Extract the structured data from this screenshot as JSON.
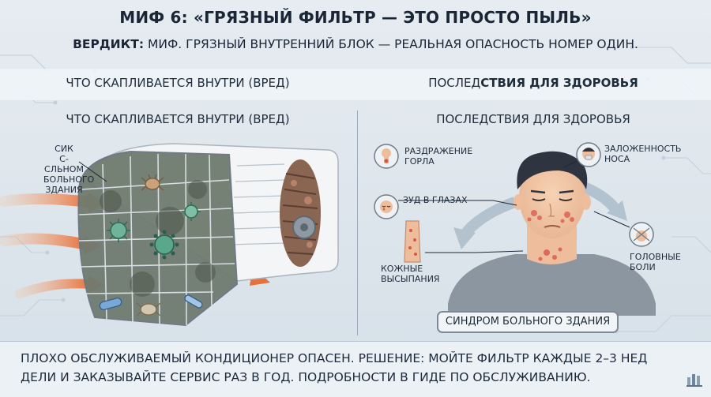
{
  "title": "МИФ 6: «ГРЯЗНЫЙ ФИЛЬТР — ЭТО ПРОСТО ПЫЛЬ»",
  "verdict": {
    "label": "ВЕРДИКТ:",
    "text": "МИФ. ГРЯЗНЫЙ ВНУТРЕННИЙ БЛОК — РЕАЛЬНАЯ ОПАСНОСТЬ НОМЕР ОДИН."
  },
  "band": {
    "left": "ЧТО СКАПЛИВАЕТСЯ ВНУТРИ (ВРЕД)",
    "right_normal": "ПОСЛЕД",
    "right_bold": "СТВИЯ ДЛЯ ЗДОРОВЬЯ"
  },
  "subheadings": {
    "left": "ЧТО СКАПЛИВАЕТСЯ ВНУТРИ (ВРЕД)",
    "right": "ПОСЛЕДСТВИЯ ДЛЯ ЗДОРОВЬЯ"
  },
  "left_panel": {
    "label_lines": [
      "СИК",
      "С-СЛЬНОМ",
      "БОЛЬНОГО",
      "ЗДАНИЯ"
    ]
  },
  "symptoms": {
    "throat": [
      "РАЗДРАЖЕНИЕ",
      "ГОРЛА"
    ],
    "eyes": [
      "ЗУД В ГЛАЗАХ"
    ],
    "skin": [
      "КОЖНЫЕ",
      "ВЫСЫПАНИЯ"
    ],
    "nose": [
      "ЗАЛОЖЕННОСТЬ",
      "НОСА"
    ],
    "head": [
      "ГОЛОВНЫЕ",
      "БОЛИ"
    ]
  },
  "syndrome_label": "СИНДРОМ БОЛЬНОГО ЗДАНИЯ",
  "footer": {
    "line1": "ПЛОХО ОБСЛУЖИВАЕМЫЙ КОНДИЦИОНЕР ОПАСЕН. РЕШЕНИЕ: МОЙТЕ ФИЛЬТР КАЖДЫЕ 2–3 НЕД",
    "line2": "ДЕЛИ И ЗАКАЗЫВАЙТЕ СЕРВИС РАЗ В ГОД. ПОДРОБНОСТИ В ГИДЕ ПО ОБСЛУЖИВАНИЮ."
  },
  "colors": {
    "background": "#dfe7ee",
    "heat_arrow": "#e8703a",
    "cool_arrow": "#9cb0c2",
    "skin": "#f2c7a6",
    "shirt": "#8c96a1",
    "germ_green": "#5aa88c",
    "rash": "#d9574a"
  }
}
